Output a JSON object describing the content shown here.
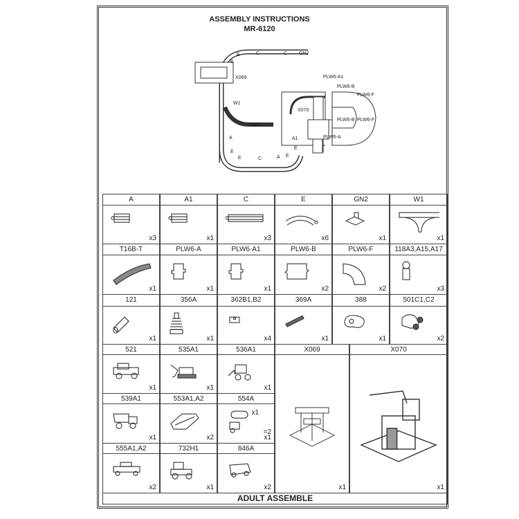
{
  "header": {
    "title": "ASSEMBLY INSTRUCTIONS",
    "model": "MR-6120"
  },
  "diagram_labels": {
    "gn2": "GN2",
    "c1": "C",
    "c2": "C",
    "e1": "E",
    "e2": "E",
    "x069": "X069",
    "w1": "W1",
    "t16b": "T16B-T",
    "plw6a1": "PLW6-A1",
    "plw6b1": "PLW6-B",
    "plw6f1": "PLW6-F",
    "x070": "X070",
    "plw6b2": "PLW6-B",
    "plw6f2": "PLW6-F",
    "plw6a": "PLW6-A",
    "a1": "A1",
    "a": "A",
    "e3": "E",
    "e4": "E",
    "c3": "C",
    "a2": "A",
    "e5": "E",
    "e6": "E"
  },
  "parts": [
    {
      "code": "A",
      "qty": "x3",
      "icon": "straight-short-track"
    },
    {
      "code": "A1",
      "qty": "x1",
      "icon": "straight-short-track"
    },
    {
      "code": "C",
      "qty": "x3",
      "icon": "straight-long-track"
    },
    {
      "code": "E",
      "qty": "x6",
      "icon": "curved-track"
    },
    {
      "code": "GN2",
      "qty": "x1",
      "icon": "buffer-stop"
    },
    {
      "code": "W1",
      "qty": "x1",
      "icon": "switch-track"
    },
    {
      "code": "T16B-T",
      "qty": "x1",
      "icon": "ramp-track"
    },
    {
      "code": "PLW6-A",
      "qty": "x1",
      "icon": "puzzle-piece"
    },
    {
      "code": "PLW6-A1",
      "qty": "x1",
      "icon": "puzzle-piece"
    },
    {
      "code": "PLW6-B",
      "qty": "x2",
      "icon": "puzzle-piece-wide"
    },
    {
      "code": "PLW6-F",
      "qty": "x2",
      "icon": "puzzle-curve"
    },
    {
      "code": "118A3,A15,A17",
      "qty": "x3",
      "icon": "figure"
    },
    {
      "code": "121",
      "qty": "x1",
      "icon": "peg"
    },
    {
      "code": "356A",
      "qty": "x1",
      "icon": "spring"
    },
    {
      "code": "362B1,B2",
      "qty": "x4",
      "icon": "block"
    },
    {
      "code": "369A",
      "qty": "x1",
      "icon": "rack"
    },
    {
      "code": "388",
      "qty": "x1",
      "icon": "base-plate"
    },
    {
      "code": "501C1,C2",
      "qty": "x2",
      "icon": "car"
    },
    {
      "code": "521",
      "qty": "x1",
      "icon": "truck"
    },
    {
      "code": "535A1",
      "qty": "x1",
      "icon": "excavator"
    },
    {
      "code": "536A1",
      "qty": "x1",
      "icon": "loader"
    },
    {
      "code": "539A1",
      "qty": "x1",
      "icon": "dump-truck"
    },
    {
      "code": "553A1,A2",
      "qty": "x2",
      "icon": "boat"
    },
    {
      "code": "554A",
      "qty": "x1",
      "qty2": "x1",
      "qty3": "=2",
      "icon": "tanker"
    },
    {
      "code": "555A1,A2",
      "qty": "x2",
      "icon": "flatcar"
    },
    {
      "code": "732H1",
      "qty": "x1",
      "icon": "tractor"
    },
    {
      "code": "846A",
      "qty": "x2",
      "icon": "wagon"
    }
  ],
  "big_parts": [
    {
      "code": "X069",
      "qty": "x1"
    },
    {
      "code": "X070",
      "qty": "x1"
    }
  ],
  "footer": "ADULT ASSEMBLE"
}
